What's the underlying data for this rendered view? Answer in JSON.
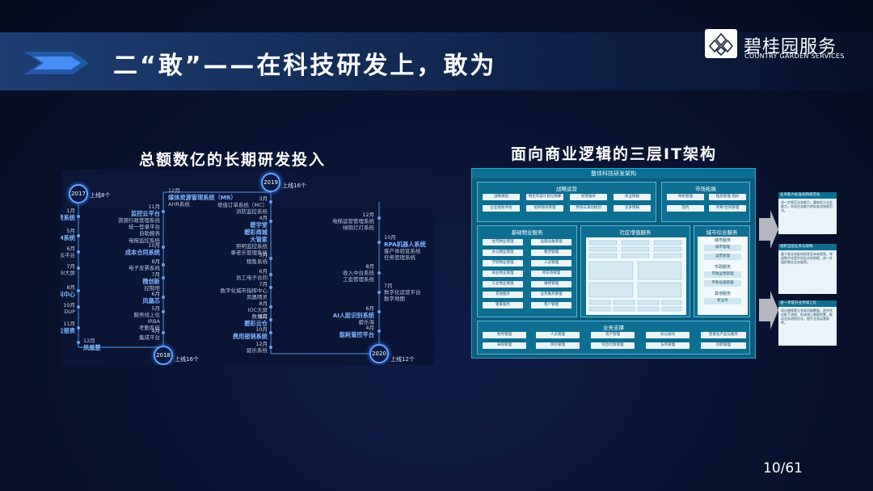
{
  "slide": {
    "title": "二“敢”——在科技研发上，敢为",
    "page": "10/61",
    "accent_color": "#5fa2ff"
  },
  "logo": {
    "name_cn": "碧桂园服务",
    "name_en": "COUNTRY GARDEN SERVICES"
  },
  "left": {
    "heading": "总额数亿的长期研发投入",
    "years": [
      {
        "label": "2017",
        "online": "上线8个"
      },
      {
        "label": "2018",
        "online": "上线16个"
      },
      {
        "label": "2019",
        "online": "上线16个"
      },
      {
        "label": "2020",
        "online": "上线12个"
      }
    ],
    "events_2017": [
      {
        "month": "1月",
        "bold": "ERP收费系统",
        "sub": ""
      },
      {
        "month": "5月",
        "bold": "CRM系统",
        "sub": ""
      },
      {
        "month": "6月",
        "bold": "",
        "sub": "停车收费云平台"
      },
      {
        "month": "7月",
        "bold": "",
        "sub": "BI大屏"
      },
      {
        "month": "8月",
        "bold": "呼叫中心",
        "sub": ""
      },
      {
        "month": "10月",
        "bold": "",
        "sub": "DUP"
      },
      {
        "month": "11月",
        "bold": "云报表",
        "sub": ""
      },
      {
        "month": "12月",
        "bold": "凤凰慧",
        "sub": ""
      }
    ],
    "events_2018": [
      {
        "month": "11月",
        "bold": "监控云平台",
        "sub": "资源行政管理系统\n统一登录平台\n自助报表\n电梯监控系统"
      },
      {
        "month": "10月",
        "bold": "成本合同系统",
        "sub": ""
      },
      {
        "month": "8月",
        "bold": "",
        "sub": "电子发票系统"
      },
      {
        "month": "7月",
        "bold": "微创新",
        "sub": "控制塔"
      },
      {
        "month": "6月",
        "bold": "凤凰芯",
        "sub": ""
      },
      {
        "month": "5月",
        "bold": "",
        "sub": "服务线上化\nIRBA\n考勤系统"
      },
      {
        "month": "4月",
        "bold": "",
        "sub": "集成平台"
      }
    ],
    "events_2019_left": [
      {
        "month": "12月",
        "bold": "媒体资源管理系统（MR）",
        "sub": "AHR系统"
      }
    ],
    "events_2019": [
      {
        "month": "3月",
        "bold": "",
        "sub": "增值订单系统（MC）\n消防监控系统"
      },
      {
        "month": "4月",
        "bold": "碧学堂\n碧彩商城\n大管家",
        "sub": "照明监控系统\n車老乐管理系统"
      },
      {
        "month": "5月",
        "bold": "",
        "sub": "租售系统"
      },
      {
        "month": "6月",
        "bold": "",
        "sub": "员工电子合同"
      },
      {
        "month": "7月",
        "bold": "",
        "sub": "数字化城市指挥中心\n凤凰晴灵"
      },
      {
        "month": "8月",
        "bold": "",
        "sub": "IOC大屏\n数据岸"
      },
      {
        "month": "9月",
        "bold": "碧彩云仓",
        "sub": ""
      },
      {
        "month": "10月",
        "bold": "费用报销系统",
        "sub": ""
      },
      {
        "month": "12月",
        "bold": "",
        "sub": "碧乐系统"
      }
    ],
    "events_2019_right": [
      {
        "month": "12月",
        "bold": "",
        "sub": "电梯运营管理系统\n绿扇灯灯系统"
      }
    ],
    "events_2020": [
      {
        "month": "10月",
        "bold": "RPA机器人系统",
        "sub": "客户体验宣系统\n任务管理系统"
      },
      {
        "month": "8月",
        "bold": "",
        "sub": "收入中台系统\n工会管理系统"
      },
      {
        "month": "7月",
        "bold": "",
        "sub": "数字化运营平台\n数字地图"
      },
      {
        "month": "6月",
        "bold": "AI人脸识别系统",
        "sub": "碧乐海"
      },
      {
        "month": "4月",
        "bold": "能耗管控平台",
        "sub": ""
      }
    ]
  },
  "right": {
    "heading": "面向商业逻辑的三层IT架构",
    "panel_title": "整体科技研发架构",
    "strategy": {
      "title": "战略运营",
      "cells": [
        "战略规划",
        "制定年度计划与预算",
        "经营报表",
        "商业情报",
        "企业绩效评估",
        "组织绩效管理",
        "预测与滚动规划",
        "竞争情报"
      ]
    },
    "market": {
      "title": "市场拓展",
      "cells": [
        "商机管理",
        "拓后管理 指标",
        "签约",
        "项目/合同管理"
      ]
    },
    "property": {
      "title": "基础物业服务",
      "cells": [
        "住宅物业管理",
        "设施设备管理",
        "办公物业管理",
        "租赁管理",
        "学校物业管理",
        "人员管理",
        "商业物业管理",
        "停车场管理",
        "工业物业管理",
        "维修管理",
        "其他服务",
        "业务服务管理",
        "管家服务",
        "客户管理"
      ]
    },
    "community": {
      "title": "社区增值服务"
    },
    "city": {
      "title": "城市综合服务",
      "sub1": "城市服务",
      "sub1_cells": [
        "城市管理",
        "运营管理"
      ],
      "sub2": "市政服务",
      "sub2_cells": [
        "市政运营管理",
        "市政设施管理"
      ],
      "sub3": "其他服务",
      "sub3_cells": [
        "新业务"
      ]
    },
    "support": {
      "title": "业务支撑",
      "cells": [
        "财务管理",
        "人员管理",
        "资产管理",
        "办公协同",
        "智能化产品与服务",
        "采购管理",
        "风险管理",
        "综合行政管理",
        "法务管理",
        "创新管理"
      ]
    },
    "side_notes": [
      {
        "title": "业务能力标准化和规范化",
        "text": "进一步规范业务能力，重新定义业务能力，实现业务能力的标准化和规范化。"
      },
      {
        "title": "组织当前业务与架构",
        "text": "基于各业务板块现状及未来规划，考虑数字化提升机会点的前提，进一步组织物业业务架构。"
      },
      {
        "title": "进一步提升业务线上化",
        "text": "现对碧缘管立系统功能覆盖，逐步优化配下流程，形成线上数据积累，推动业务流程优化，提升业务运营效率。"
      }
    ]
  }
}
